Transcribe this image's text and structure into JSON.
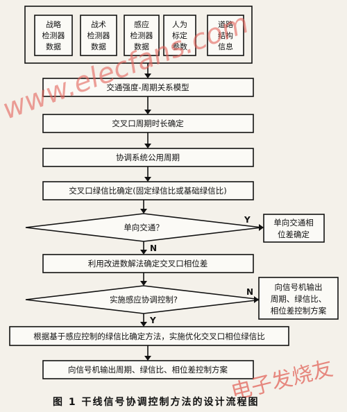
{
  "sources": [
    [
      "战略",
      "检测器",
      "数据"
    ],
    [
      "战术",
      "检测器",
      "数据"
    ],
    [
      "感应",
      "检测器",
      "数据"
    ],
    [
      "人为",
      "标定",
      "参数"
    ],
    [
      "道路",
      "结构",
      "信息"
    ]
  ],
  "steps": {
    "s1": "交通强度-周期关系模型",
    "s2": "交叉口周期时长确定",
    "s3": "协调系统公用周期",
    "s4": "交叉口绿信比确定(固定绿信比或基础绿信比)",
    "s5": "利用改进数解法确定交叉口相位差",
    "s6": "根据基于感应控制的绿信比确定方法，实施优化交叉口相位绿信比",
    "s7": "向信号机输出周期、绿信比、相位差控制方案"
  },
  "decisions": {
    "d1": "单向交通？",
    "d2": "实施感应协调控制?"
  },
  "side_boxes": {
    "b1": [
      "单向交通相",
      "位差确定"
    ],
    "b2": [
      "向信号机输出",
      "周期、绿信比、",
      "相位差控制方案"
    ]
  },
  "branch_labels": {
    "d1_yes": "Y",
    "d1_no": "N",
    "d2_yes": "Y",
    "d2_no": "N"
  },
  "caption": "图 1   干线信号协调控制方法的设计流程图",
  "watermarks": {
    "site": "www.elecfans.com",
    "brand": "电子发烧友"
  },
  "colors": {
    "watermark": "#e2635a",
    "stroke": "#111111"
  }
}
